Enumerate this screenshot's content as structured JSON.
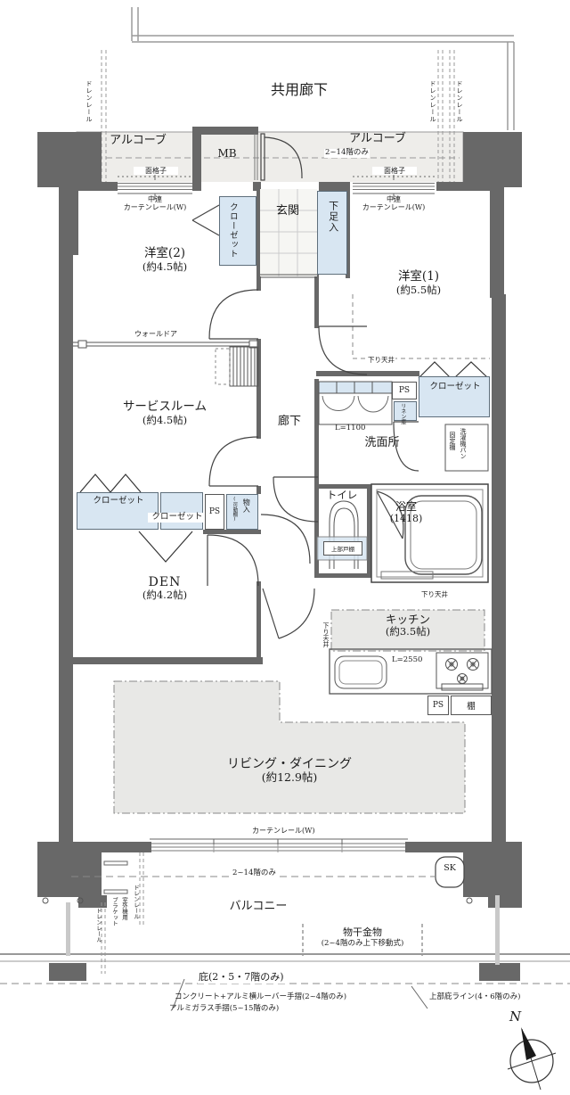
{
  "shared": {
    "common_corridor": "共用廊下",
    "alcove": "アルコーブ",
    "mengoshi": "面格子",
    "churen1": "中連",
    "churen2": "カーテンレール(W)",
    "drain_rail": "ドレンレール",
    "closet": "クローゼット",
    "ps": "PS",
    "sagari_tenjo": "下り天井",
    "floors_2_14": "2~14階のみ",
    "curtain_w": "カーテンレール(W)"
  },
  "rooms": {
    "western2": {
      "name": "洋室(2)",
      "size": "(約4.5帖)"
    },
    "western1": {
      "name": "洋室(1)",
      "size": "(約5.5帖)"
    },
    "service": {
      "name": "サービスルーム",
      "size": "(約4.5帖)"
    },
    "den": {
      "name": "DEN",
      "size": "(約4.2帖)"
    },
    "kitchen": {
      "name": "キッチン",
      "size": "(約3.5帖)"
    },
    "living": {
      "name": "リビング・ダイニング",
      "size": "(約12.9帖)"
    },
    "genkan": "玄関",
    "hall": "廊下",
    "washroom": "洗面所",
    "toilet": "トイレ",
    "bath": {
      "name": "浴室",
      "size": "(1418)"
    },
    "balcony": "バルコニー"
  },
  "fixtures": {
    "mb": "MB",
    "shoe_cabinet": "下足入",
    "wall_door": "ウォールドア",
    "vanity_length": "L=1100",
    "linen": "リネン庫",
    "laundry_pan": "洗濯機パン",
    "fixed_shelf": "固定棚",
    "upper_cabinet": "上部戸棚",
    "storage": "物入",
    "storage_sub": "(可動棚)",
    "kitchen_length": "L=2550",
    "shelf": "棚",
    "sk": "SK"
  },
  "balcony_notes": {
    "monohoshi": "物干金物",
    "monohoshi_sub": "(2~4階のみ上下移動式)",
    "hisashi": "庇(2・5・7階のみ)",
    "handrail1": "コンクリート+アルミ横ルーバー手摺(2~4階のみ)",
    "handrail2": "アルミガラス手摺(5~15階のみ)",
    "upper_hisashi": "上部庇ライン(4・6階のみ)",
    "outdoor1": "室外機用",
    "outdoor2": "ブラケット"
  },
  "compass": {
    "north": "N"
  },
  "colors": {
    "wall": "#686868",
    "closet_fill": "#d8e6f2",
    "zone_fill": "#e8e8e6",
    "alcove_fill": "#eeedea"
  }
}
